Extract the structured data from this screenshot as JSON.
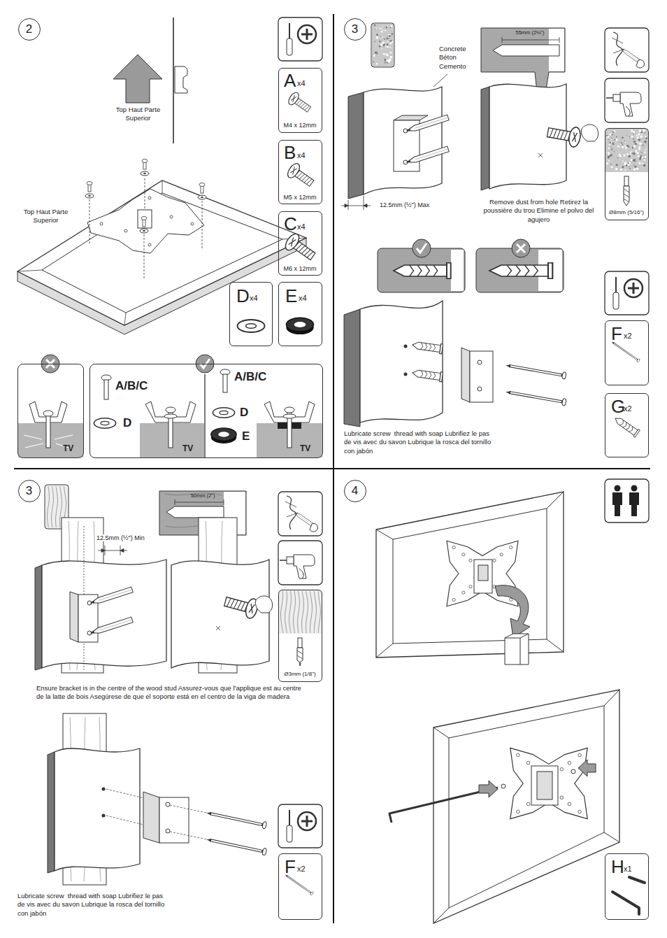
{
  "diagram": {
    "nodes": [
      {
        "text": [
          "2"
        ]
      },
      {
        "text": [
          "A",
          "x4",
          "M4 x 12mm"
        ]
      },
      {
        "text": [
          "B",
          "x4",
          "M5 x 12mm"
        ]
      },
      {
        "text": [
          "C",
          "x4",
          "M6 x 12mm"
        ]
      },
      {
        "text": [
          "D",
          "x4"
        ]
      },
      {
        "text": [
          "E",
          "x4"
        ]
      },
      {
        "text": [
          "TV"
        ]
      },
      {
        "text": [
          "A/B/C",
          "D",
          "TV",
          "A/B/C",
          "D",
          "E",
          "TV"
        ]
      },
      {
        "text": [
          "3"
        ]
      },
      {
        "text": [
          "Ø8mm (5/16\")"
        ]
      },
      {
        "text": [
          "F",
          "x2"
        ]
      },
      {
        "text": [
          "G",
          "x2"
        ]
      },
      {
        "text": [
          "3"
        ]
      },
      {
        "text": [
          "Ø3mm (1/8\")"
        ]
      },
      {
        "text": [
          "F",
          "x2"
        ]
      },
      {
        "text": [
          "4"
        ]
      },
      {
        "text": [
          "H",
          "x1"
        ]
      }
    ],
    "labels": [
      "Top Haut Parte Superior",
      "Top Haut Parte Superior",
      "Concrete Béton Cemento",
      "55mm (2⅛\")",
      "12.5mm (½\") Max",
      "Remove dust from hole Retirez la poussière du trou Elimine el polvo del agujero",
      "Lubricate screw  thread with soap Lubrifiez le pas de vis avec du savon Lubrique la rosca del tornillo con jabón",
      "50mm (2\")",
      "12.5mm (½\") Min",
      "Ensure bracket is in the centre of the wood stud Assurez-vous que l'applique est au centre de la latte de bois Asegúrese de que el soporte está en el centro de la viga de madera",
      "Lubricate screw  thread with soap Lubrifiez le pas de vis avec du savon Lubrique la rosca del tornillo con jabón"
    ]
  }
}
